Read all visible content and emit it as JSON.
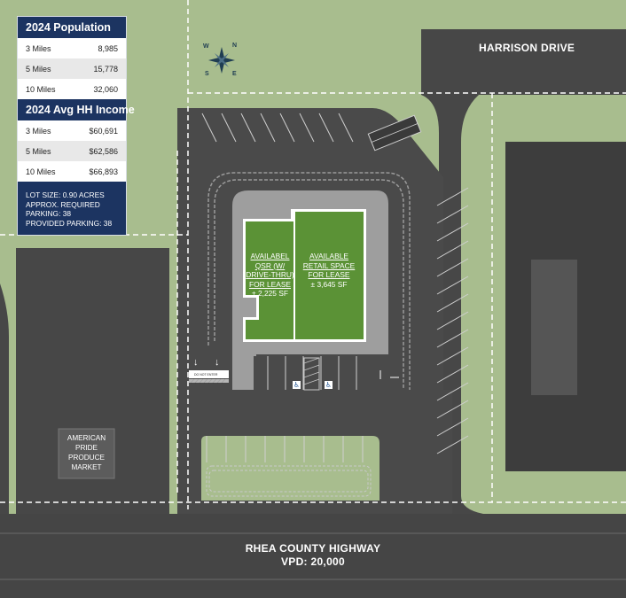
{
  "population": {
    "title": "2024 Population",
    "rows": [
      {
        "label": "3 Miles",
        "value": "8,985"
      },
      {
        "label": "5 Miles",
        "value": "15,778"
      },
      {
        "label": "10 Miles",
        "value": "32,060"
      }
    ]
  },
  "income": {
    "title": "2024 Avg HH Income",
    "rows": [
      {
        "label": "3 Miles",
        "value": "$60,691"
      },
      {
        "label": "5 Miles",
        "value": "$62,586"
      },
      {
        "label": "10 Miles",
        "value": "$66,893"
      }
    ]
  },
  "lot": {
    "line1": "LOT SIZE: 0.90 ACRES",
    "line2": "APPROX. REQUIRED",
    "line3": "PARKING: 38",
    "line4": "PROVIDED PARKING: 38"
  },
  "compass": {
    "n": "N",
    "s": "S",
    "e": "E",
    "w": "W"
  },
  "roads": {
    "harrison": "HARRISON DRIVE",
    "rhea": "RHEA COUNTY HIGHWAY",
    "vpd": "VPD: 20,000"
  },
  "units": {
    "qsr": {
      "l1": "AVAILABEL",
      "l2": "QSR (W/",
      "l3": "DRIVE-THRU)",
      "l4": "FOR LEASE",
      "size": "± 2,225 SF"
    },
    "retail": {
      "l1": "AVAILABLE",
      "l2": "RETAIL SPACE",
      "l3": "FOR LEASE",
      "size": "± 3,645 SF"
    }
  },
  "market": {
    "l1": "AMERICAN",
    "l2": "PRIDE",
    "l3": "PRODUCE",
    "l4": "MARKET"
  },
  "signs": {
    "do_not_enter": "DO NOT ENTER",
    "arrow": "↓",
    "ada": "♿"
  },
  "colors": {
    "navy": "#1c3461",
    "grass": "#a8bd8e",
    "asphalt": "#4a4a4a",
    "lease_green": "#5b9236",
    "building": "#3d3d3d"
  }
}
